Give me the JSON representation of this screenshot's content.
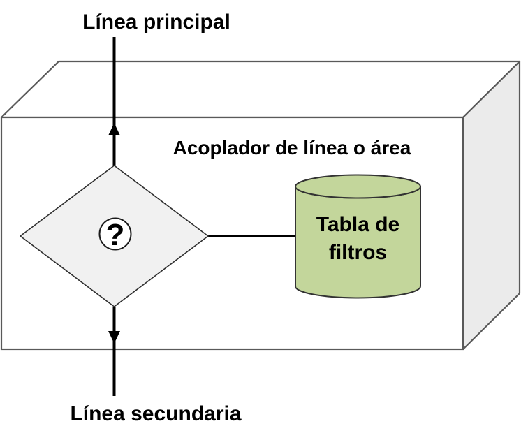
{
  "diagram": {
    "box_title": "Acoplador de línea o área",
    "main_line_label": "Línea principal",
    "secondary_line_label": "Línea secundaria",
    "decision_mark": "?",
    "filter_table": {
      "line1": "Tabla de",
      "line2": "filtros"
    },
    "colors": {
      "background": "#ffffff",
      "box_edge": "#595959",
      "box_face": "#ffffff",
      "box_side_face": "#ebebeb",
      "diamond_fill": "#f1f1f1",
      "diamond_edge": "#2f2f2f",
      "circle_fill": "#ffffff",
      "circle_edge": "#1a1a1a",
      "cylinder_fill": "#c3d69b",
      "cylinder_edge": "#333333",
      "arrow": "#000000",
      "text": "#000000"
    }
  }
}
